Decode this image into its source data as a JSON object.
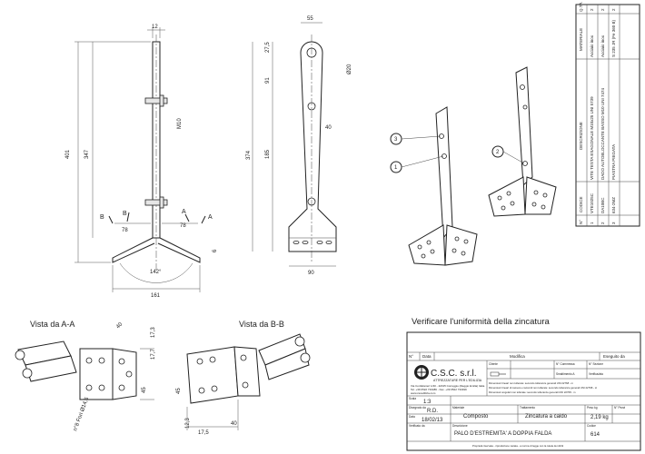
{
  "dimensions": {
    "front": [
      "12",
      "401",
      "347",
      "M10",
      "78",
      "78",
      "6",
      "142°",
      "161"
    ],
    "front_labels": [
      "B",
      "B",
      "A",
      "A"
    ],
    "side": [
      "55",
      "27,5",
      "Ø20",
      "91",
      "40",
      "374",
      "185",
      "90"
    ]
  },
  "callouts": [
    "3",
    "1",
    "2"
  ],
  "views": {
    "aa_title": "Vista da A-A",
    "bb_title": "Vista da B-B",
    "aa_dims": [
      "40",
      "17,3",
      "17,7",
      "45",
      "n°8 Fori Ø14,5"
    ],
    "bb_dims": [
      "45",
      "12,3",
      "17,5",
      "40"
    ]
  },
  "notice": "Verificare l'uniformità della zincatura",
  "bom": {
    "headers": [
      "N°",
      "CODICE",
      "DESCRIZIONE",
      "MATERIALE",
      "Q.TÀ"
    ],
    "rows": [
      {
        "n": "3",
        "code": "634-2MZ",
        "desc": "PIASTRA PIEGATA",
        "mat": "S 235 JR (Fe 360 B)",
        "qty": "2"
      },
      {
        "n": "2",
        "code": "DA10BC",
        "desc": "DADO AUTOBLOCCANTE BASSO M10 UNI 7474",
        "mat": "Acciaio inox",
        "qty": "2"
      },
      {
        "n": "1",
        "code": "VTE1025C",
        "desc": "VITE TESTA ESAGONALE M10x25 UNI 5739",
        "mat": "Acciaio inox",
        "qty": "2"
      }
    ]
  },
  "title_block": {
    "col_headers": [
      "N°",
      "Data",
      "Modifica",
      "Eseguito da"
    ],
    "company": "C.S.C. s.r.l.",
    "company_sub": "ATTREZZATURE PER L'EDILIZIA",
    "address": "Via Confalonieri 1/40 - 42015 Correggio (Reggio Emilia) Italia",
    "phone": "Tel. +39 0522 733486 - Fax. +39 0522 733499",
    "web": "www.cscedilizia.com",
    "cliente_lbl": "Cliente",
    "commessa_lbl": "N° Commessa",
    "sezione_lbl": "N° Sezione",
    "scaled_lbl": "Smaltimento A",
    "verifica_lbl": "Verifica/ata",
    "notes": [
      "Dimensioni lineari non tollerate: secondo tolleranze generali UNI 22768 - m",
      "Dimensioni lineari di camera e raccordi non tollerate: secondo tolleranze generali UNI 22768 - H",
      "Dimensioni angolari non tollerate: secondo tolleranze generali UNI 22768 - m"
    ],
    "scala_lbl": "Scala",
    "scala": "1:3",
    "disegnato_lbl": "Disegnato da",
    "disegnato": "R.D.",
    "data_lbl": "Data",
    "data": "18/02/13",
    "verificato_lbl": "Verificato da",
    "materiale_lbl": "Materiale",
    "materiale": "Composto",
    "trattamento_lbl": "Trattamento",
    "trattamento": "Zincatura a caldo",
    "peso_lbl": "Peso kg",
    "peso": "2,19 kg",
    "pezzi_lbl": "N° Pezzi",
    "descr_lbl": "Descrizione",
    "descrizione": "PALO D'ESTREMITA' A DOPPIA FALDA",
    "codice_lbl": "Codice",
    "codice": "614",
    "footer": "Proprietà riservata - riproduzione vietata - a norma di legge con la tutela dei diritti"
  }
}
